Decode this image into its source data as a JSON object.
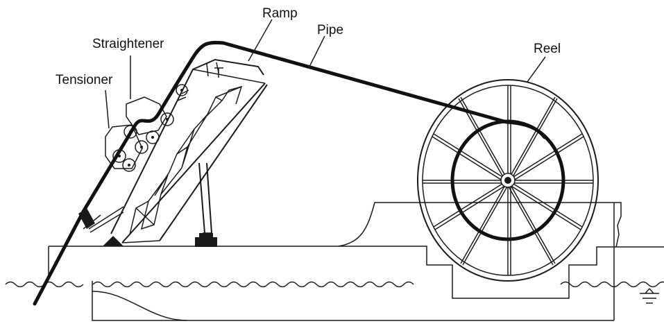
{
  "labels": {
    "ramp": "Ramp",
    "pipe": "Pipe",
    "reel": "Reel",
    "straightener": "Straightener",
    "tensioner": "Tensioner"
  },
  "colors": {
    "ink": "#1a1a1a",
    "background": "#ffffff"
  }
}
